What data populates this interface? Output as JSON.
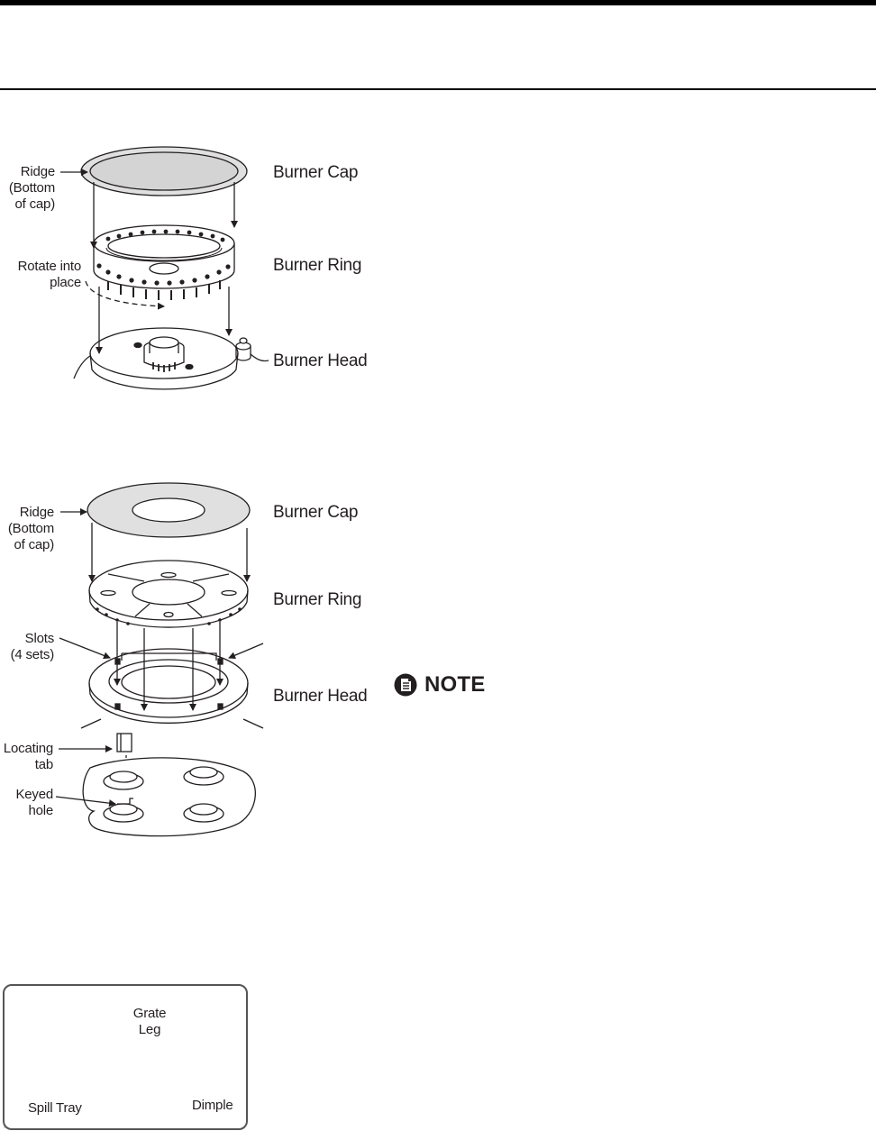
{
  "figure1": {
    "ridge_label": [
      "Ridge",
      "(Bottom",
      "of cap)"
    ],
    "rotate_label": [
      "Rotate into",
      "place"
    ],
    "burner_cap": "Burner Cap",
    "burner_ring": "Burner Ring",
    "burner_head": "Burner Head"
  },
  "figure2": {
    "ridge_label": [
      "Ridge",
      "(Bottom",
      "of cap)"
    ],
    "slots_label": [
      "Slots",
      "(4 sets)"
    ],
    "locating_label": [
      "Locating",
      "tab"
    ],
    "keyed_label": [
      "Keyed",
      "hole"
    ],
    "burner_cap": "Burner Cap",
    "burner_ring": "Burner Ring",
    "burner_head": "Burner Head"
  },
  "note": {
    "icon": "note-icon",
    "label": "NOTE"
  },
  "figure3": {
    "grate_leg": [
      "Grate",
      "Leg"
    ],
    "spill_tray": "Spill Tray",
    "dimple": "Dimple"
  }
}
